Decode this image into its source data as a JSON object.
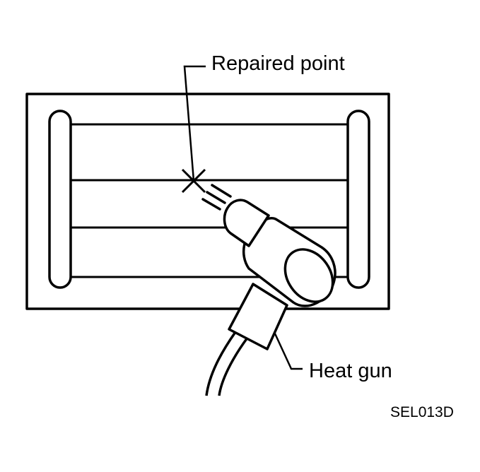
{
  "labels": {
    "repaired_point": "Repaired point",
    "heat_gun": "Heat gun",
    "figure_code": "SEL013D"
  },
  "colors": {
    "ink": "#000000",
    "paper": "#ffffff"
  }
}
